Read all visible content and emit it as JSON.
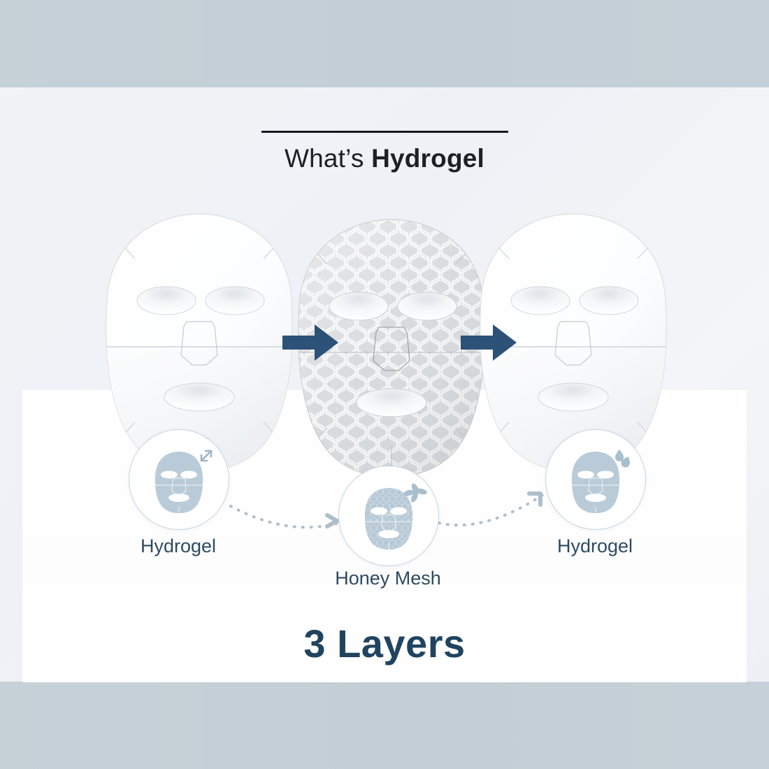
{
  "page": {
    "background_color": "#eef1f5",
    "band_color": "#c3ced6",
    "card_color": "#fdfdfe"
  },
  "header": {
    "rule_color": "#17191d",
    "title_prefix": "What’s ",
    "title_strong": "Hydrogel",
    "title_color": "#1d2024"
  },
  "diagram": {
    "arrow_color": "#2c5277",
    "mask_fill": "#fdfdfe",
    "mask_edge": "#d7dde2",
    "mesh_fill": "#d5d8da",
    "mesh_line": "#f4f5f6",
    "steps": [
      {
        "id": "layer-1",
        "label": "Hydrogel",
        "icon": "mask-stretch-icon",
        "badge_border": "#c5d5e0",
        "icon_fill": "#b9cbd8"
      },
      {
        "id": "layer-2",
        "label": "Honey Mesh",
        "icon": "mask-flower-icon",
        "badge_border": "#9fb6c6",
        "icon_fill": "#b7c9d6"
      },
      {
        "id": "layer-3",
        "label": "Hydrogel",
        "icon": "mask-droplet-icon",
        "badge_border": "#c5d5e0",
        "icon_fill": "#b9cbd8"
      }
    ],
    "connector_color": "#aebfcb",
    "label_color": "#2e4a61"
  },
  "footer": {
    "headline": "3 Layers",
    "headline_color": "#20445f"
  }
}
